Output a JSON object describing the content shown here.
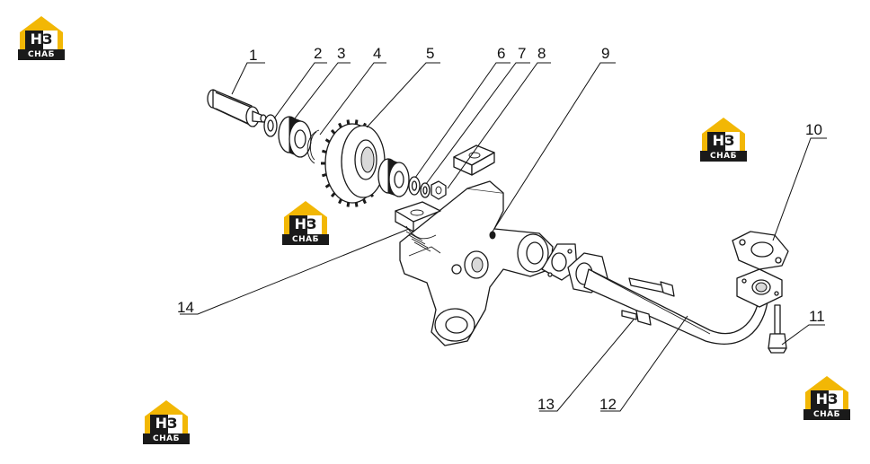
{
  "callouts": [
    "1",
    "2",
    "3",
    "4",
    "5",
    "6",
    "7",
    "8",
    "9",
    "10",
    "11",
    "12",
    "13",
    "14"
  ],
  "watermark": {
    "mark_left": "Н",
    "mark_right": "З",
    "caption": "СНАБ",
    "accent_color": "#f2b705",
    "dark_color": "#1a1a1a"
  }
}
